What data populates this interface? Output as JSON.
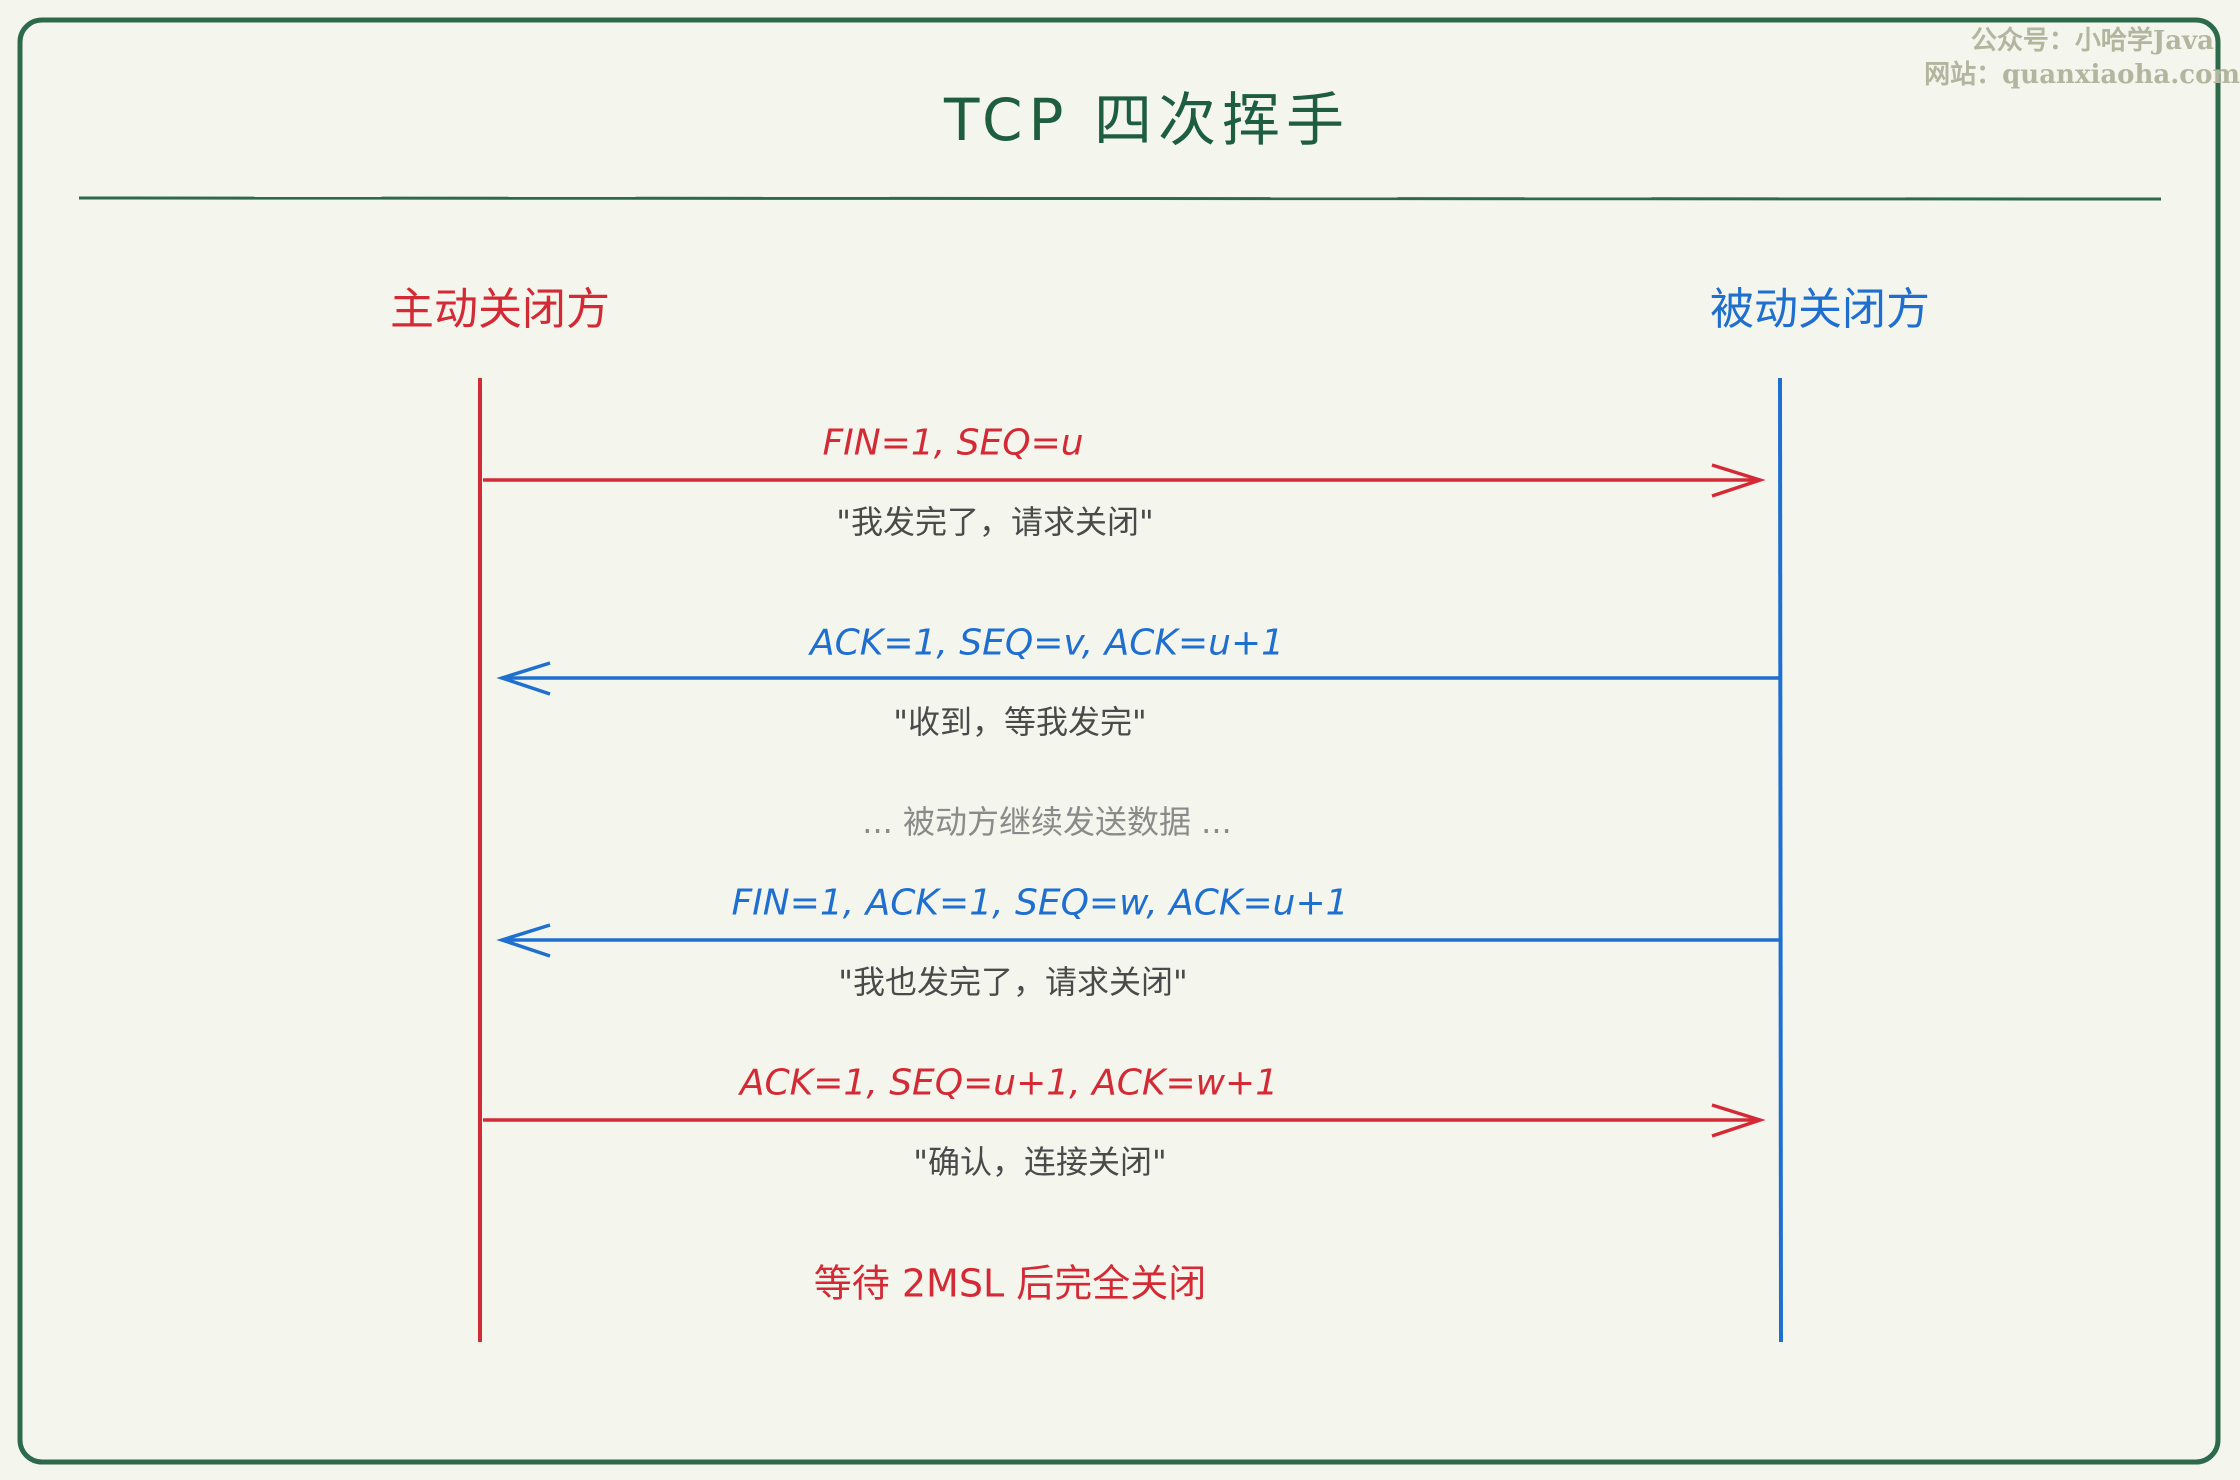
{
  "title": "TCP 四次挥手",
  "watermark": {
    "line1": "公众号：小哈学Java",
    "line2": "网站：quanxiaoha.com"
  },
  "parties": {
    "active": "主动关闭方",
    "passive": "被动关闭方"
  },
  "colors": {
    "active": "#d42a35",
    "passive": "#1f6fd0",
    "border": "#2d6a4a",
    "background": "#f4f6ee"
  },
  "messages": [
    {
      "label": "FIN=1, SEQ=u",
      "quote": "\"我发完了，请求关闭\"",
      "direction": "active-to-passive"
    },
    {
      "label": "ACK=1, SEQ=v, ACK=u+1",
      "quote": "\"收到，等我发完\"",
      "direction": "passive-to-active"
    },
    {
      "label": "FIN=1, ACK=1, SEQ=w, ACK=u+1",
      "quote": "\"我也发完了，请求关闭\"",
      "direction": "passive-to-active"
    },
    {
      "label": "ACK=1, SEQ=u+1, ACK=w+1",
      "quote": "\"确认，连接关闭\"",
      "direction": "active-to-passive"
    }
  ],
  "note_between": "... 被动方继续发送数据 ...",
  "final_note": "等待 2MSL 后完全关闭"
}
